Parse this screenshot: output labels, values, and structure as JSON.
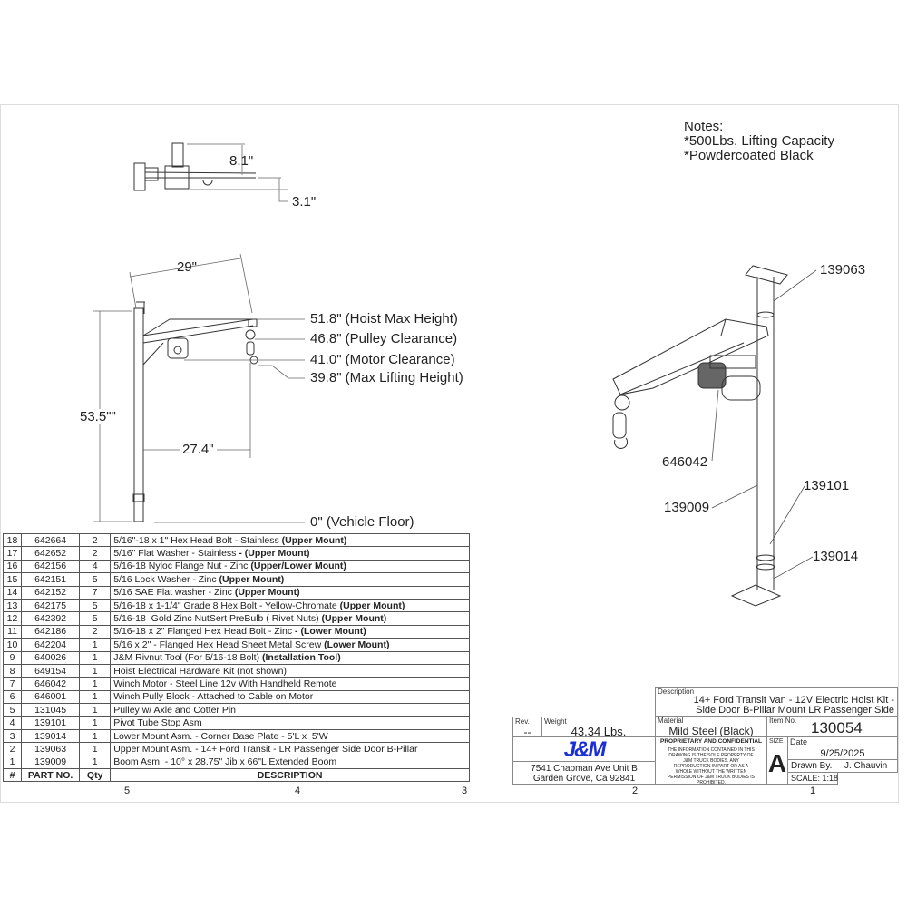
{
  "notes": {
    "title": "Notes:",
    "lines": [
      "*500Lbs. Lifting Capacity",
      "*Powdercoated Black"
    ]
  },
  "top_view": {
    "dim_a": "8.1\"",
    "dim_b": "3.1\""
  },
  "side_view": {
    "dim_jib": "29\"",
    "dim_height": "53.5\"\"",
    "dim_reach": "27.4\"",
    "levels": [
      "51.8\" (Hoist Max Height)",
      "46.8\" (Pulley Clearance)",
      "41.0\" (Motor Clearance)",
      "39.8\" (Max Lifting Height)",
      "0\" (Vehicle Floor)"
    ]
  },
  "iso_view": {
    "callouts": [
      "139063",
      "646042",
      "139009",
      "139101",
      "139014"
    ]
  },
  "bom": {
    "headers": [
      "#",
      "PART NO.",
      "Qty",
      "DESCRIPTION"
    ],
    "rows": [
      {
        "n": "18",
        "part": "642664",
        "qty": "2",
        "desc": "5/16\"-18 x 1\" Hex Head Bolt - Stainless ",
        "note": "(Upper Mount)"
      },
      {
        "n": "17",
        "part": "642652",
        "qty": "2",
        "desc": "5/16\" Flat Washer - Stainless ",
        "note": "- (Upper Mount)"
      },
      {
        "n": "16",
        "part": "642156",
        "qty": "4",
        "desc": "5/16-18 Nyloc Flange Nut - Zinc ",
        "note": "(Upper/Lower Mount)"
      },
      {
        "n": "15",
        "part": "642151",
        "qty": "5",
        "desc": "5/16 Lock Washer - Zinc ",
        "note": "(Upper Mount)"
      },
      {
        "n": "14",
        "part": "642152",
        "qty": "7",
        "desc": "5/16 SAE Flat washer - Zinc ",
        "note": "(Upper Mount)"
      },
      {
        "n": "13",
        "part": "642175",
        "qty": "5",
        "desc": "5/16-18 x 1-1/4\" Grade 8 Hex Bolt - Yellow-Chromate ",
        "note": "(Upper Mount)"
      },
      {
        "n": "12",
        "part": "642392",
        "qty": "5",
        "desc": "5/16-18  Gold Zinc NutSert PreBulb ( Rivet Nuts) ",
        "note": "(Upper Mount)"
      },
      {
        "n": "11",
        "part": "642186",
        "qty": "2",
        "desc": "5/16-18 x 2\" Flanged Hex Head Bolt - Zinc ",
        "note": "- (Lower Mount)"
      },
      {
        "n": "10",
        "part": "642204",
        "qty": "1",
        "desc": "5/16 x 2\" - Flanged Hex Head Sheet Metal Screw ",
        "note": "(Lower Mount)"
      },
      {
        "n": "9",
        "part": "640026",
        "qty": "1",
        "desc": "J&M Rivnut Tool (For 5/16-18 Bolt) ",
        "note": "(Installation Tool)"
      },
      {
        "n": "8",
        "part": "649154",
        "qty": "1",
        "desc": "Hoist Electrical Hardware Kit (not shown)",
        "note": ""
      },
      {
        "n": "7",
        "part": "646042",
        "qty": "1",
        "desc": "Winch Motor - Steel Line 12v With Handheld Remote",
        "note": ""
      },
      {
        "n": "6",
        "part": "646001",
        "qty": "1",
        "desc": "Winch Pully Block - Attached to Cable on Motor",
        "note": ""
      },
      {
        "n": "5",
        "part": "131045",
        "qty": "1",
        "desc": "Pulley w/ Axle and Cotter Pin",
        "note": ""
      },
      {
        "n": "4",
        "part": "139101",
        "qty": "1",
        "desc": "Pivot Tube Stop Asm",
        "note": ""
      },
      {
        "n": "3",
        "part": "139014",
        "qty": "1",
        "desc": "Lower Mount Asm. - Corner Base Plate - 5'L x  5'W",
        "note": ""
      },
      {
        "n": "2",
        "part": "139063",
        "qty": "1",
        "desc": "Upper Mount Asm. - 14+ Ford Transit - LR Passenger Side Door B-Pillar",
        "note": ""
      },
      {
        "n": "1",
        "part": "139009",
        "qty": "1",
        "desc": "Boom Asm. - 10° x 28.75\" Jib x 66\"L Extended Boom",
        "note": ""
      }
    ]
  },
  "zones": [
    "5",
    "4",
    "3",
    "2",
    "1"
  ],
  "title_block": {
    "description_label": "Description",
    "description_line1": "14+ Ford Transit Van - 12V Electric Hoist Kit -",
    "description_line2": "Side Door B-Pillar Mount LR Passenger Side",
    "rev_label": "Rev.",
    "rev": "--",
    "weight_label": "Weight",
    "weight": "43.34 Lbs.",
    "material_label": "Material",
    "material": "Mild Steel (Black)",
    "item_label": "Item No.",
    "item": "130054",
    "logo": "J&M",
    "address1": "7541 Chapman Ave Unit B",
    "address2": "Garden Grove, Ca 92841",
    "proprietary_title": "PROPRIETARY AND CONFIDENTIAL",
    "proprietary_text": "THE INFORMATION CONTAINED IN THIS DRAWING IS THE SOLE PROPERTY OF J&M TRUCK BODIES. ANY REPRODUCTION IN PART OR AS A WHOLE WITHOUT THE WRITTEN PERMISSION OF J&M TRUCK BODIES IS PROHIBITED.",
    "size_label": "SIZE",
    "size": "A",
    "date_label": "Date",
    "date": "9/25/2025",
    "drawn_label": "Drawn By.",
    "drawn": "J. Chauvin",
    "scale": "SCALE: 1:18",
    "logo_color": "#1a2fd6"
  }
}
